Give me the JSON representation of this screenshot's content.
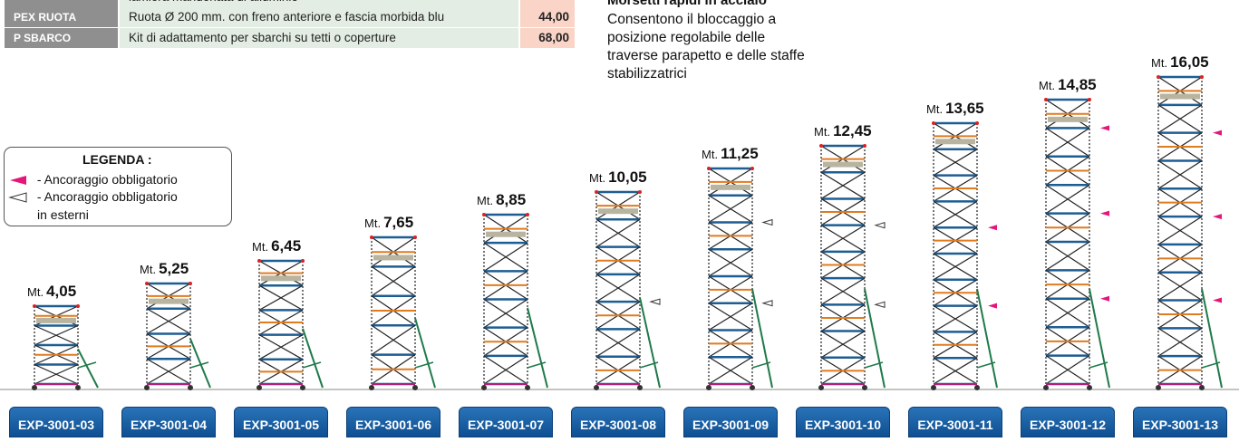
{
  "price_table": {
    "partial_row_text": "lamiera mandorlata di alluminio",
    "rows": [
      {
        "code": "PEX RUOTA",
        "description": "Ruota Ø 200 mm. con freno anteriore e fascia morbida blu",
        "price": "44,00"
      },
      {
        "code": "P SBARCO",
        "description": "Kit di adattamento per sbarchi su tetti o coperture",
        "price": "68,00"
      }
    ]
  },
  "clamps": {
    "title": "Morsetti rapidi in acciaio",
    "text": "Consentono il bloccaggio a posizione regolabile delle traverse parapetto e delle staffe stabilizzatrici"
  },
  "legend": {
    "title": "LEGENDA :",
    "item1": "- Ancoraggio obbligatorio",
    "item2": "- Ancoraggio obbligatorio",
    "item2b": "in esterni",
    "colors": {
      "mandatory": "#e5157a",
      "external": "#333333"
    }
  },
  "height_unit": "Mt.",
  "towers": [
    {
      "model": "EXP-3001-03",
      "height": "4,05",
      "anchors": "none"
    },
    {
      "model": "EXP-3001-04",
      "height": "5,25",
      "anchors": "none"
    },
    {
      "model": "EXP-3001-05",
      "height": "6,45",
      "anchors": "none"
    },
    {
      "model": "EXP-3001-06",
      "height": "7,65",
      "anchors": "none"
    },
    {
      "model": "EXP-3001-07",
      "height": "8,85",
      "anchors": "none"
    },
    {
      "model": "EXP-3001-08",
      "height": "10,05",
      "anchors": "external"
    },
    {
      "model": "EXP-3001-09",
      "height": "11,25",
      "anchors": "external"
    },
    {
      "model": "EXP-3001-10",
      "height": "12,45",
      "anchors": "external"
    },
    {
      "model": "EXP-3001-11",
      "height": "13,65",
      "anchors": "mandatory"
    },
    {
      "model": "EXP-3001-12",
      "height": "14,85",
      "anchors": "mandatory"
    },
    {
      "model": "EXP-3001-13",
      "height": "16,05",
      "anchors": "mandatory"
    }
  ],
  "colors": {
    "frame": "#1e5d92",
    "brace": "#222222",
    "rail": "#e07b20",
    "stabilizer": "#1f7a4a",
    "button": "#1a64aa"
  }
}
